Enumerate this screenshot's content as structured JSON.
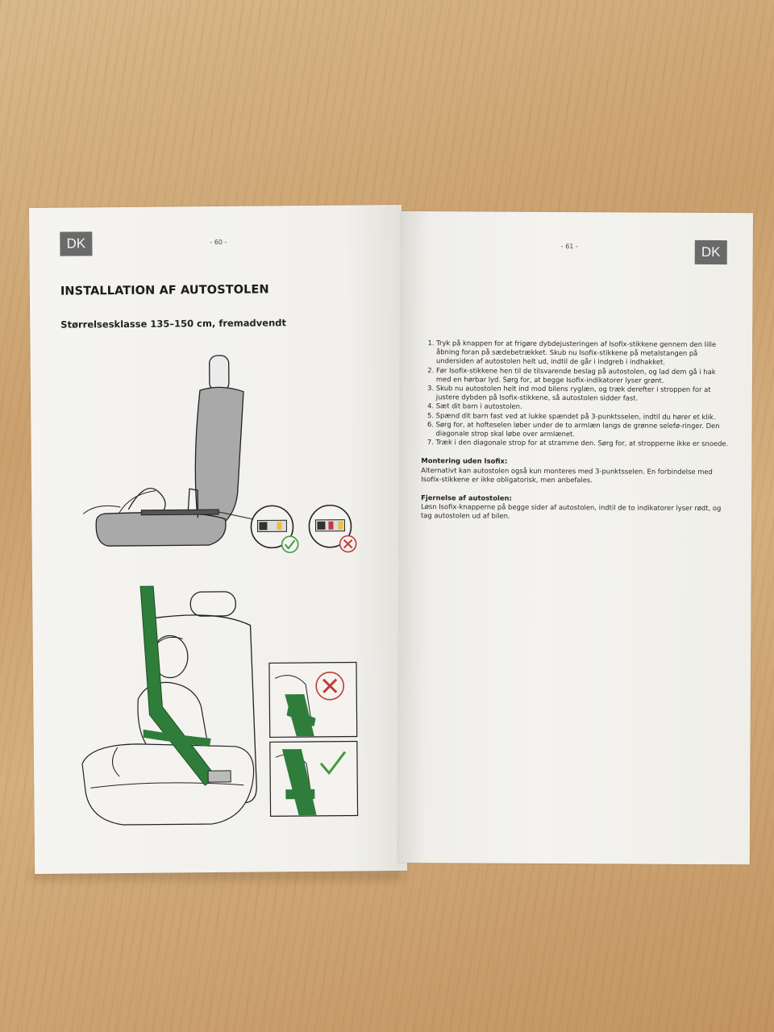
{
  "left_page": {
    "badge": "DK",
    "page_number": "- 60 -",
    "title": "INSTALLATION AF AUTOSTOLEN",
    "subtitle": "Størrelsesklasse 135–150 cm, fremadvendt"
  },
  "right_page": {
    "badge": "DK",
    "page_number": "- 61 -",
    "steps": [
      "Tryk på knappen for at frigøre dybdejusteringen af Isofix-stikkene gennem den lille åbning foran på sædebetrækket. Skub nu Isofix-stikkene på metalstangen på undersiden af autostolen helt ud, indtil de går i indgreb i indhakket.",
      "Før Isofix-stikkene hen til de tilsvarende beslag på autostolen, og lad dem gå i hak med en hørbar lyd. Sørg for, at begge Isofix-indikatorer lyser grønt.",
      "Skub nu autostolen helt ind mod bilens ryglæn, og træk derefter i stroppen for at justere dybden på Isofix-stikkene, så autostolen sidder fast.",
      "Sæt dit barn i autostolen.",
      "Spænd dit barn fast ved at lukke spændet på 3-punktsselen, indtil du hører et klik.",
      "Sørg for, at hofteselen løber under de to armlæn langs de grønne selefø-ringer. Den diagonale strop skal løbe over armlænet.",
      "Træk i den diagonale strop for at stramme den. Sørg for, at stropperne ikke er snoede."
    ],
    "sections": [
      {
        "title": "Montering uden Isofix:",
        "body": "Alternativt kan autostolen også kun monteres med 3-punktsselen. En forbindelse med Isofix-stikkene er ikke obligatorisk, men anbefales."
      },
      {
        "title": "Fjernelse af autostolen:",
        "body": "Løsn Isofix-knapperne på begge sider af autostolen, indtil de to indikatorer lyser rødt, og tag autostolen ud af bilen."
      }
    ]
  },
  "colors": {
    "belt_green": "#2f7d3a",
    "check_green": "#3f9a3f",
    "cross_red": "#c43a3a",
    "indicator_yellow": "#e8c23a",
    "badge_gray": "#6a6a6a"
  },
  "icons": [
    "car-seat-illustration",
    "isofix-indicator-green-icon",
    "isofix-indicator-red-icon",
    "check-icon",
    "cross-icon",
    "child-belt-illustration"
  ]
}
